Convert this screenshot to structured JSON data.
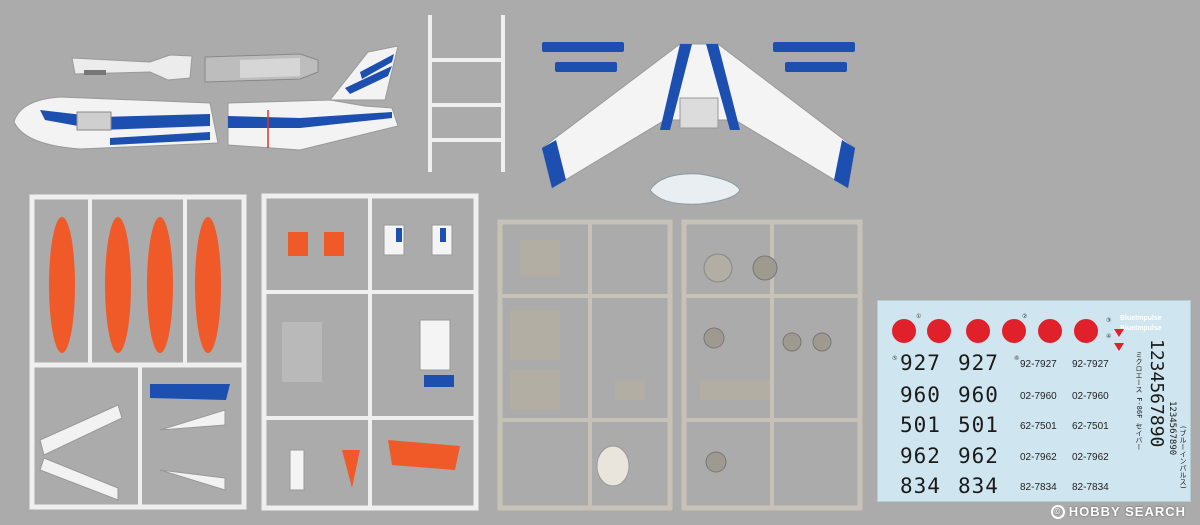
{
  "decal": {
    "rows": [
      {
        "big": "927",
        "big2": "927",
        "small": "92-7927",
        "small2": "92-7927"
      },
      {
        "big": "960",
        "big2": "960",
        "small": "02-7960",
        "small2": "02-7960"
      },
      {
        "big": "501",
        "big2": "501",
        "small": "62-7501",
        "small2": "62-7501"
      },
      {
        "big": "962",
        "big2": "962",
        "small": "02-7962",
        "small2": "02-7962"
      },
      {
        "big": "834",
        "big2": "834",
        "small": "82-7834",
        "small2": "82-7834"
      }
    ],
    "big_vertical": "1234567890",
    "small_vertical": "1234567890",
    "jp_vertical_1": "ミクロエース F-86F セイバー",
    "jp_vertical_2": "(ブルーインパルス)",
    "brand_1": "BlueImpulse",
    "brand_2": "BlueImpulse",
    "roundel_numbers": [
      "①",
      "②",
      "③",
      "④",
      "⑤",
      "⑥"
    ]
  },
  "watermark": {
    "copyright": "©",
    "text": "HOBBY SEARCH"
  },
  "colors": {
    "background": "#ababab",
    "white_plastic": "#f2f2f2",
    "blue": "#1c4fb0",
    "orange": "#f05a28",
    "grey_plastic": "#c7c2b8",
    "decal_sheet": "#cfe6f0",
    "roundel_red": "#e0202a"
  }
}
